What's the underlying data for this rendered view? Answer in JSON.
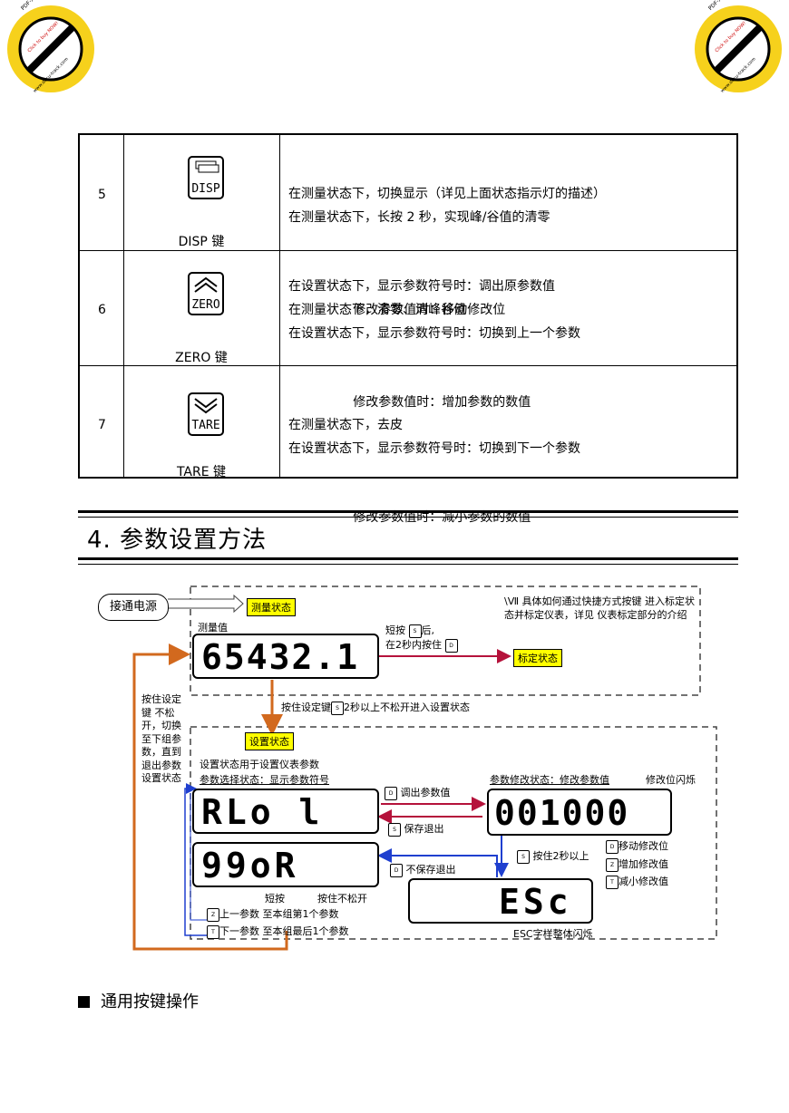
{
  "watermark": {
    "line1": "PDF-XChange Viewer",
    "line2": "Click to buy NOW!",
    "line3": "www.docu-track.com"
  },
  "key_table": [
    {
      "num": "5",
      "name": "DISP 键",
      "icon_label": "DISP",
      "icon": "disp-key-icon",
      "lines": [
        "在测量状态下，切换显示（详见上面状态指示灯的描述）",
        "在测量状态下，长按 2 秒，实现峰/谷值的清零",
        "在设置状态下，显示参数符号时：调出原参数值",
        "                修改参数值时：移动修改位"
      ]
    },
    {
      "num": "6",
      "name": "ZERO 键",
      "icon_label": "ZERO",
      "icon": "zero-key-icon",
      "lines": [
        "在测量状态下，清零、清峰谷值",
        "在设置状态下，显示参数符号时：切换到上一个参数",
        "                修改参数值时：增加参数的数值"
      ]
    },
    {
      "num": "7",
      "name": "TARE 键",
      "icon_label": "TARE",
      "icon": "tare-key-icon",
      "lines": [
        "在测量状态下，去皮",
        "在设置状态下，显示参数符号时：切换到下一个参数",
        "                修改参数值时：减小参数的数值"
      ]
    }
  ],
  "section": {
    "title": "4. 参数设置方法"
  },
  "diagram": {
    "power_on": "接通电源",
    "measure_state": "测量状态",
    "measure_value_label": "测量值",
    "display_measure": "65432.1",
    "short_press_label": "短按",
    "after": "后,",
    "within_2s": "在2秒内按住",
    "calib_state": "标定状态",
    "note": "\\Ⅶ 具体如何通过快捷方式按键 进入标定状态并标定仪表，详见 仪表标定部分的介绍",
    "hold_set_2s": "按住设定键",
    "hold_set_2s_tail": "2秒以上不松开进入设置状态",
    "left_note": "按住设定键 不松开，切换至下组参数，直到退出参数设置状态",
    "set_state": "设置状态",
    "set_desc": "设置状态用于设置仪表参数",
    "param_select": "参数选择状态：显示参数符号",
    "param_modify": "参数修改状态：修改参数值",
    "digit_blink": "修改位闪烁",
    "display_al1": "RLo l",
    "display_value": "001000",
    "display_99oa": "99oR",
    "display_esc": "ESc",
    "recall_value": "调出参数值",
    "save_exit": "保存退出",
    "nosave_exit": "不保存退出",
    "hold_2s_more": "按住2秒以上",
    "move_digit": "移动修改位",
    "increase_value": "增加修改值",
    "decrease_value": "减小修改值",
    "short_press": "短按",
    "hold_no_release": "按住不松开",
    "prev_param": "上一参数",
    "first_param": "至本组第1个参数",
    "next_param": "下一参数",
    "last_param": "至本组最后1个参数",
    "esc_blink": "ESC字样整体闪烁",
    "colors": {
      "orange": "#d2691e",
      "crimson": "#b5123b",
      "blue": "#1f3fcf",
      "yellow": "#ffff00"
    }
  },
  "footer": {
    "title": "通用按键操作"
  }
}
